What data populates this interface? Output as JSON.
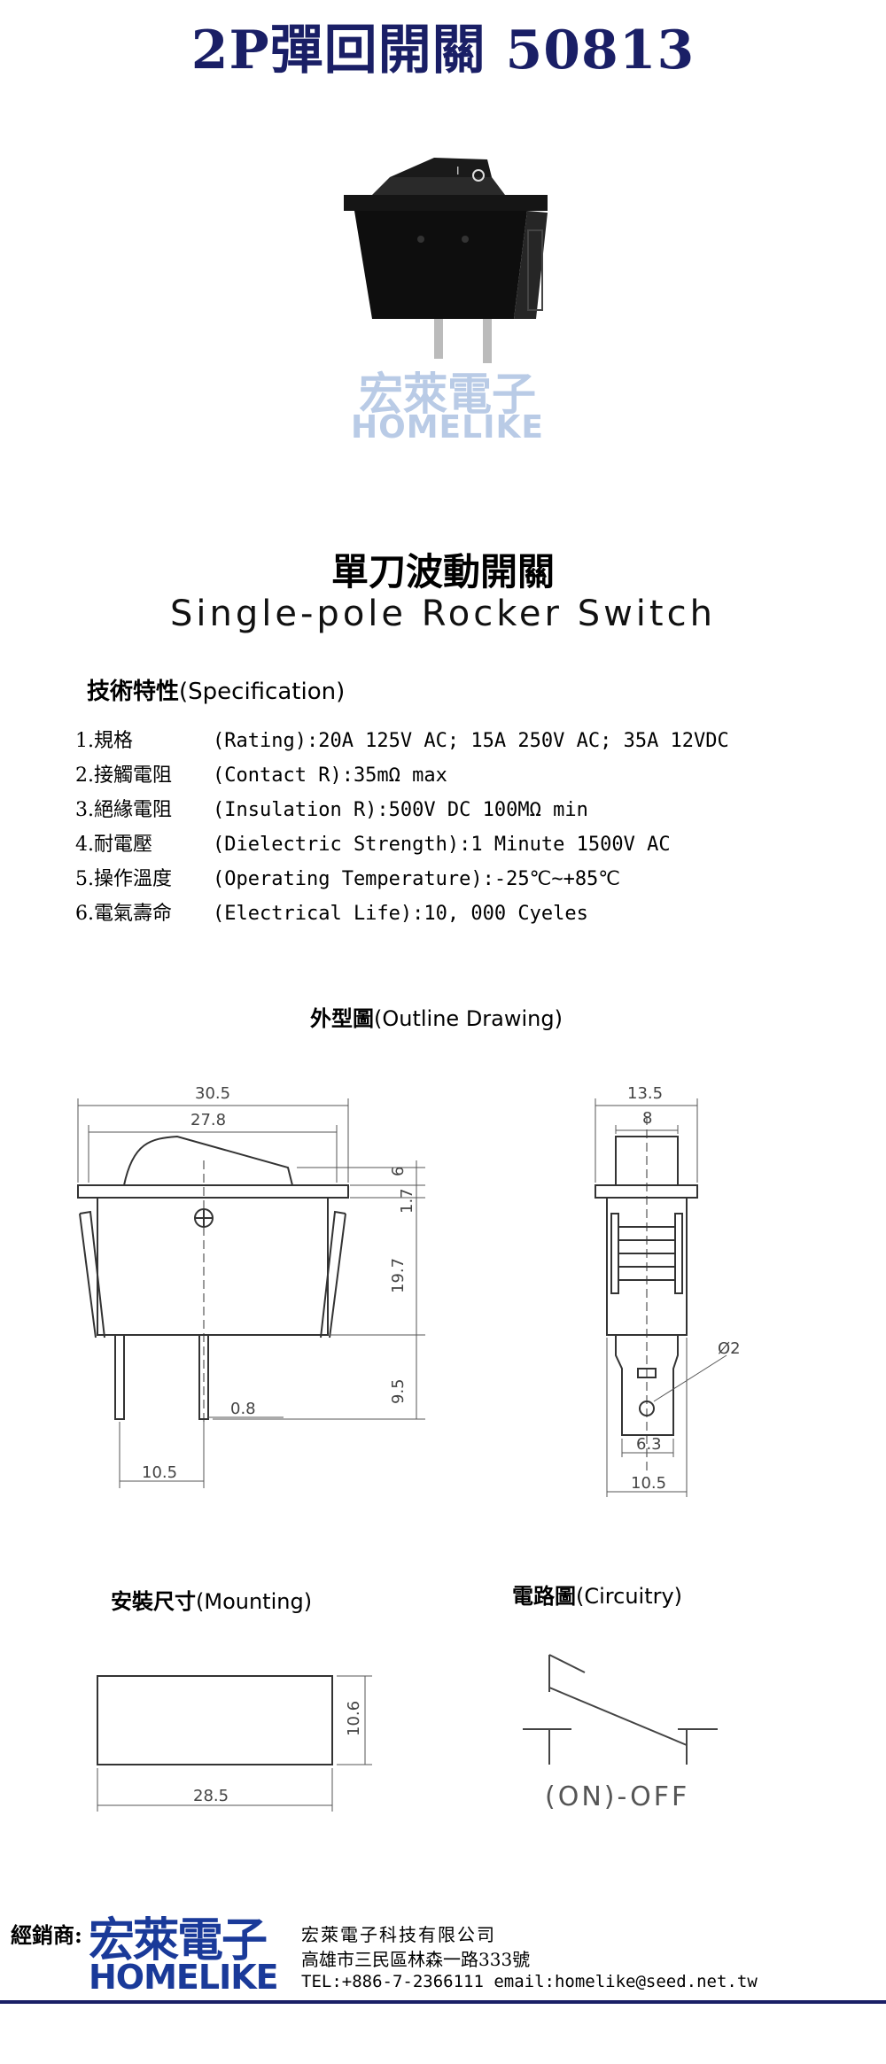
{
  "title": "2P彈回開關 50813",
  "watermark": {
    "cn": "宏萊電子",
    "en": "HOMELIKE"
  },
  "heading": {
    "cn": "單刀波動開關",
    "en": "Single-pole Rocker Switch"
  },
  "spec": {
    "heading_cn": "技術特性",
    "heading_en": "(Specification)",
    "rows": [
      {
        "key": "1.規格",
        "value": "(Rating):20A 125V AC; 15A 250V AC; 35A 12VDC"
      },
      {
        "key": "2.接觸電阻",
        "value": "(Contact R):35mΩ max"
      },
      {
        "key": "3.絕緣電阻",
        "value": "(Insulation R):500V DC  100MΩ min"
      },
      {
        "key": "4.耐電壓",
        "value": "(Dielectric Strength):1 Minute 1500V AC"
      },
      {
        "key": "5.操作溫度",
        "value": "(Operating Temperature):-25℃~+85℃"
      },
      {
        "key": "6.電氣壽命",
        "value": "(Electrical Life):10, 000 Cyeles"
      }
    ]
  },
  "outline": {
    "heading_cn": "外型圖",
    "heading_en": "(Outline Drawing)",
    "front_dims": {
      "w1": "30.5",
      "w2": "27.8",
      "h_rocker": "6",
      "h_flange": "1.7",
      "h_body": "19.7",
      "h_pin": "9.5",
      "pin_t": "0.8",
      "pin_pitch": "10.5"
    },
    "side_dims": {
      "w1": "13.5",
      "w2": "8",
      "hole": "Ø2",
      "tab": "6.3",
      "base": "10.5"
    }
  },
  "mounting": {
    "heading_cn": "安裝尺寸",
    "heading_en": "(Mounting)",
    "w": "28.5",
    "h": "10.6"
  },
  "circuitry": {
    "heading_cn": "電路圖",
    "heading_en": "(Circuitry)",
    "label": "(ON)-OFF"
  },
  "footer": {
    "label": "經銷商:",
    "logo_cn": "宏萊電子",
    "logo_en": "HOMELIKE",
    "company": "宏萊電子科技有限公司",
    "address": "高雄市三民區林森一路333號",
    "contact": "TEL:+886-7-2366111   email:homelike@seed.net.tw"
  },
  "colors": {
    "title": "#1a1f66",
    "logo": "#1a3a99",
    "watermark": "#b9cbe6"
  }
}
